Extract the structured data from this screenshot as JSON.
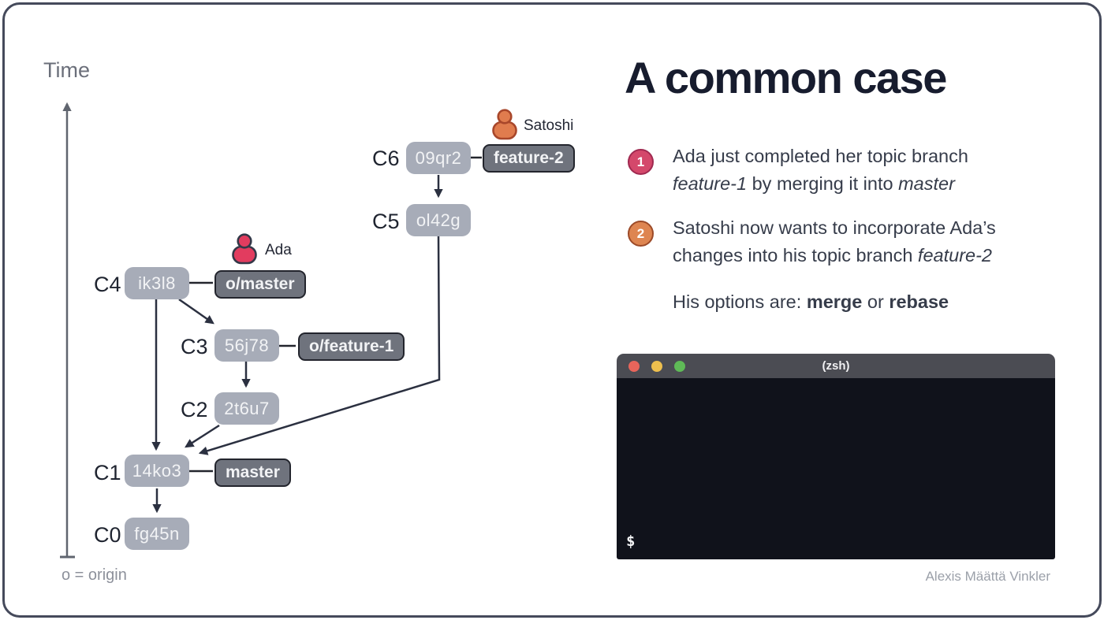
{
  "slide": {
    "time_label": "Time",
    "origin_note": "o = origin",
    "attribution": "Alexis Määttä Vinkler"
  },
  "diagram": {
    "commits": [
      {
        "id": "C6",
        "hash": "09qr2",
        "branch": "feature-2"
      },
      {
        "id": "C5",
        "hash": "ol42g"
      },
      {
        "id": "C4",
        "hash": "ik3l8",
        "branch": "o/master"
      },
      {
        "id": "C3",
        "hash": "56j78",
        "branch": "o/feature-1"
      },
      {
        "id": "C2",
        "hash": "2t6u7"
      },
      {
        "id": "C1",
        "hash": "14ko3",
        "branch": "master"
      },
      {
        "id": "C0",
        "hash": "fg45n"
      }
    ],
    "avatars": [
      {
        "name": "Ada",
        "color": "#e23c5f"
      },
      {
        "name": "Satoshi",
        "color": "#e07c4e"
      }
    ]
  },
  "content": {
    "title": "A common case",
    "point1": {
      "badge": "1",
      "line1": "Ada just completed her topic branch",
      "line2_seg1": "feature-1",
      "line2_seg2": " by merging it into ",
      "line2_seg3": "master"
    },
    "point2": {
      "badge": "2",
      "line1": "Satoshi now wants to incorporate Ada’s",
      "line2_seg1": "changes into his topic branch ",
      "line2_seg2": "feature-2"
    },
    "options": {
      "seg1": "His options are: ",
      "seg2": "merge",
      "seg3": " or ",
      "seg4": "rebase"
    }
  },
  "terminal": {
    "title": "(zsh)",
    "prompt": "$"
  },
  "colors": {
    "slide_border": "#454a5b",
    "commit_box": "#a7acb8",
    "branch_tag_bg": "#6f737d",
    "branch_tag_border": "#23252d",
    "edge": "#2b3040",
    "axis": "#60656f",
    "ada_avatar": "#e23c5f",
    "satoshi_avatar": "#e07c4e",
    "badge1_bg": "#d4486b",
    "badge2_bg": "#de8551",
    "terminal_titlebar": "#4b4c53",
    "terminal_body": "#10121b",
    "traffic_red": "#e8655b",
    "traffic_yellow": "#eebf4e",
    "traffic_green": "#5fba57",
    "title_text": "#171c2e"
  }
}
